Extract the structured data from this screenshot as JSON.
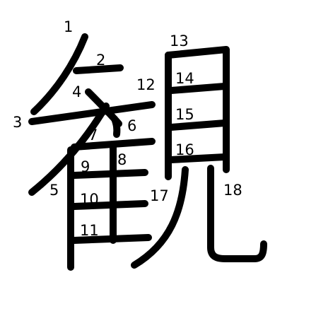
{
  "character": "観",
  "stroke_color": "#000000",
  "background_color": "#ffffff",
  "label_color": "#000000",
  "stroke_numbers": [
    "1",
    "2",
    "3",
    "4",
    "5",
    "6",
    "7",
    "8",
    "9",
    "10",
    "11",
    "12",
    "13",
    "14",
    "15",
    "16",
    "17",
    "18"
  ]
}
